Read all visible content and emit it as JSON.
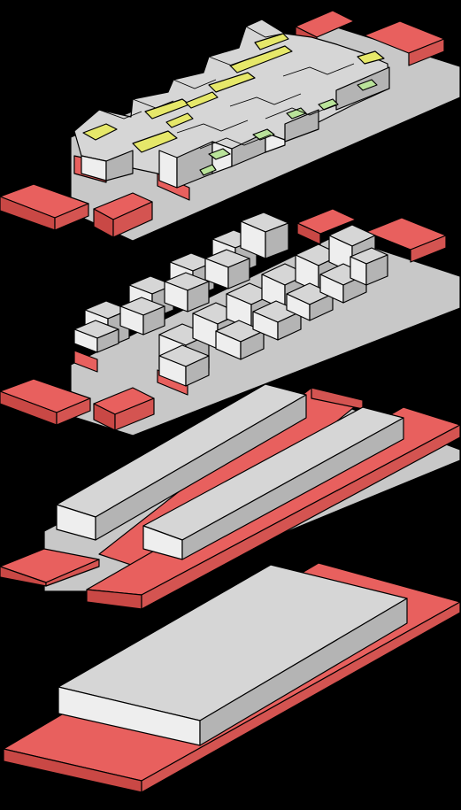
{
  "diagram": {
    "description_visible_text": "",
    "layers": [
      {
        "key": "massing-single-block"
      },
      {
        "key": "massing-two-bars"
      },
      {
        "key": "massing-subdivided-blocks"
      },
      {
        "key": "massing-articulated-courtyards"
      }
    ]
  },
  "colors": {
    "background": "#000000",
    "podium_red_top": "#e8605e",
    "podium_red_side": "#c94845",
    "ground": "#c8c8c8",
    "building_top": "#d6d6d6",
    "building_front": "#eeeeee",
    "building_side": "#b4b4b4",
    "courtyard_yellow": "#e6e86a",
    "greenery": "#b9e39a",
    "outline": "#000000"
  }
}
